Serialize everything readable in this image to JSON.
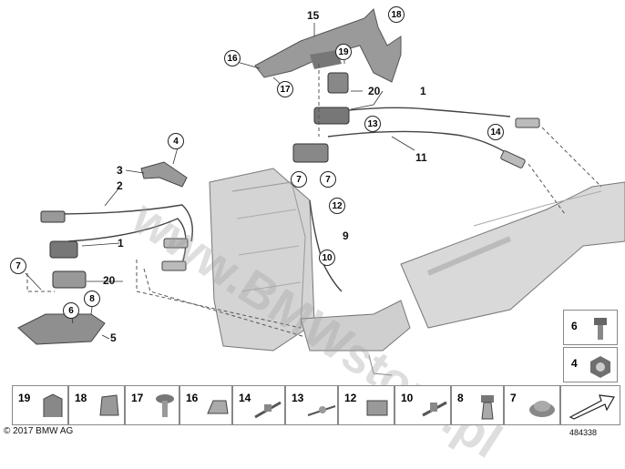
{
  "callouts": {
    "c1_top": "1",
    "c1_left": "1",
    "c2": "2",
    "c3": "3",
    "c4": "4",
    "c5": "5",
    "c6_diag": "6",
    "c7_a": "7",
    "c7_b": "7",
    "c7_c": "7",
    "c8": "8",
    "c9": "9",
    "c10": "10",
    "c11": "11",
    "c12": "12",
    "c13": "13",
    "c14": "14",
    "c15": "15",
    "c16": "16",
    "c17": "17",
    "c18": "18",
    "c19": "19",
    "c20_top": "20",
    "c20_left": "20"
  },
  "legend": {
    "bottom": [
      "19",
      "18",
      "17",
      "16",
      "14",
      "13",
      "12",
      "10",
      "8",
      "7"
    ],
    "side": [
      "6",
      "4"
    ]
  },
  "watermark": "www.BMWstore.pl",
  "copyright": "© 2017 BMW AG",
  "part_number": "484338",
  "colors": {
    "line": "#333333",
    "part_fill": "#d8d8d8",
    "part_dark": "#8a8a8a"
  }
}
